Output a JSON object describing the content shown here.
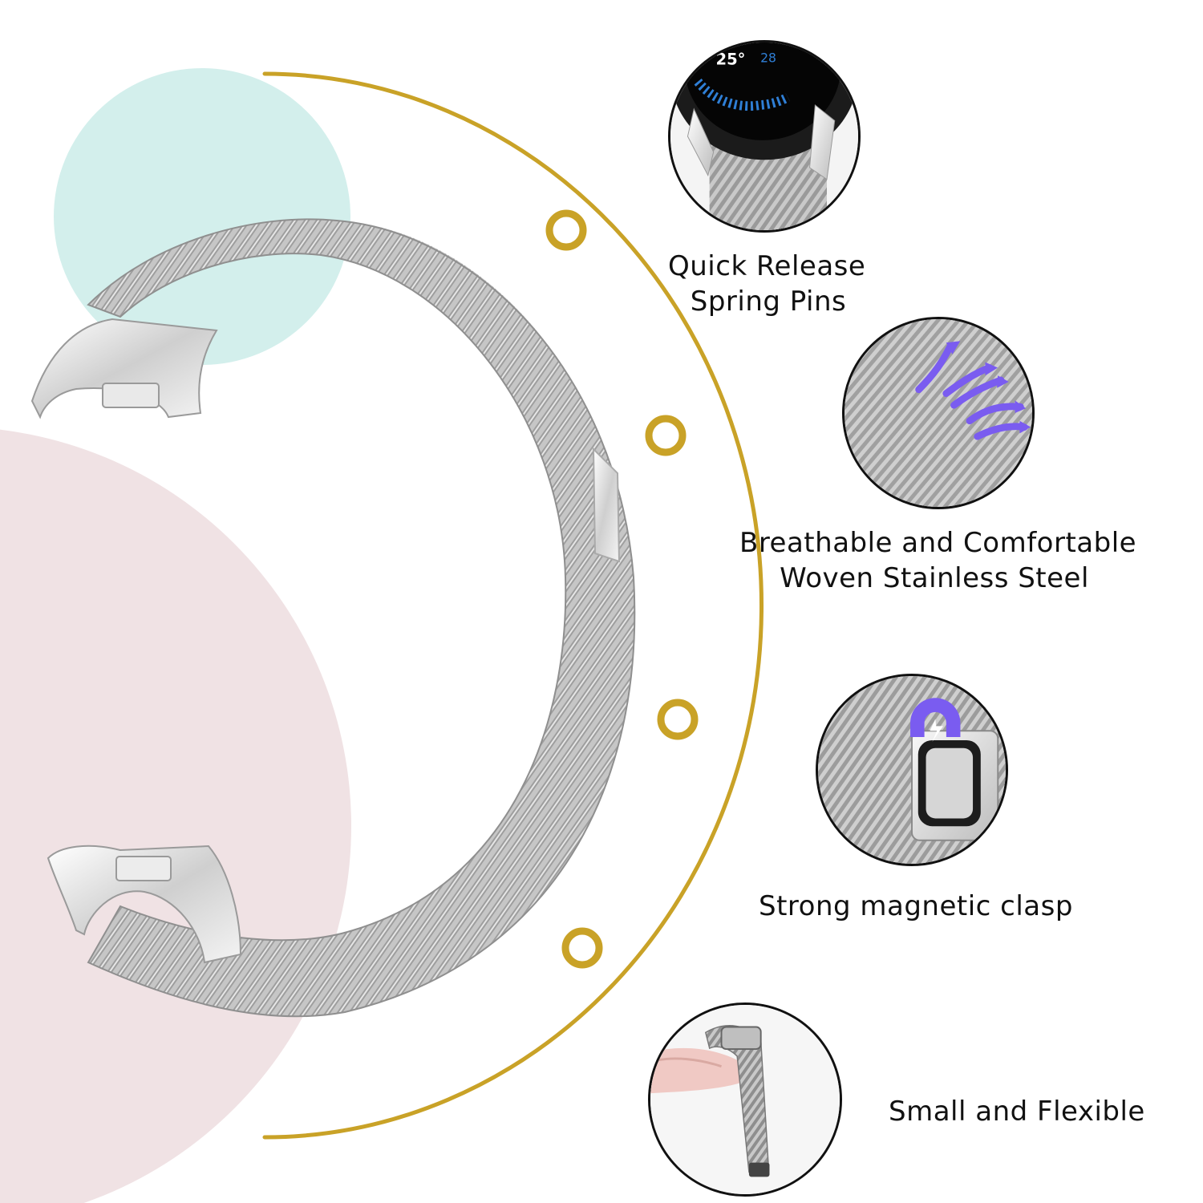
{
  "colors": {
    "arc_gold": "#c9a227",
    "mint_blob": "#d3efec",
    "pink_blob": "#f0e2e4",
    "mesh_silver": "#bdbdbd",
    "icon_purple": "#7a5cf0",
    "watch_blue": "#2f7fd6"
  },
  "watch_face": {
    "temperature": "25°",
    "date": "28"
  },
  "features": [
    {
      "id": "quick-release",
      "icon": "watch-spring-pin-icon",
      "lines": [
        "Quick Release",
        "Spring Pins"
      ]
    },
    {
      "id": "breathable",
      "icon": "airflow-arrows-icon",
      "lines": [
        "Breathable and Comfortable",
        "Woven Stainless Steel"
      ]
    },
    {
      "id": "magnetic",
      "icon": "magnet-icon",
      "lines": [
        "Strong magnetic clasp"
      ]
    },
    {
      "id": "flexible",
      "icon": "flexible-band-icon",
      "lines": [
        "Small and Flexible"
      ]
    }
  ]
}
